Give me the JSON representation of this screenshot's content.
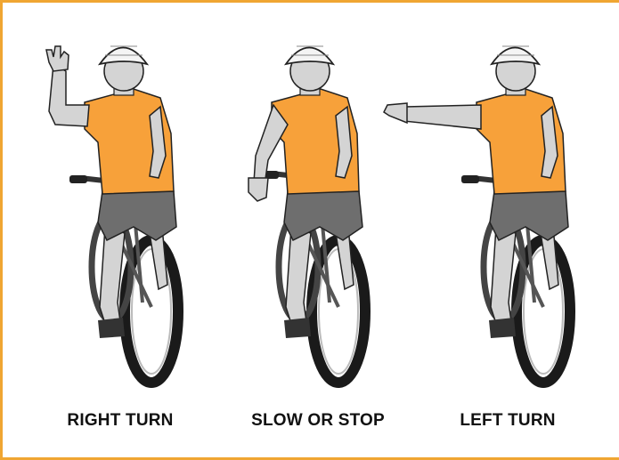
{
  "colors": {
    "frame": "#f0a632",
    "shirt": "#f7a13a",
    "skin": "#d4d4d4",
    "shorts": "#6e6e6e",
    "helmet": "#f4f4f4",
    "outline": "#222222",
    "tire": "#1a1a1a"
  },
  "signals": [
    {
      "label": "RIGHT TURN",
      "gesture": "arm-raised-up"
    },
    {
      "label": "SLOW OR STOP",
      "gesture": "arm-pointing-down"
    },
    {
      "label": "LEFT TURN",
      "gesture": "arm-extended-left"
    }
  ]
}
